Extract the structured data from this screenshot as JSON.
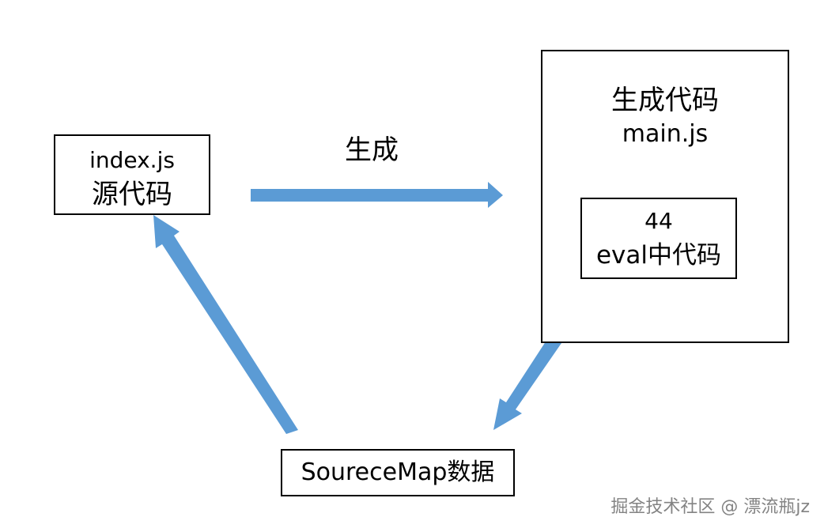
{
  "nodes": {
    "index_box": {
      "line1": "index.js",
      "line2": "源代码"
    },
    "main_box": {
      "title": "生成代码",
      "subtitle": "main.js"
    },
    "eval_box": {
      "line1": "44",
      "line2": "eval中代码"
    },
    "sourcemap_box": {
      "label": "SoureceMap数据"
    }
  },
  "edges": {
    "generate_arrow": {
      "label": "生成"
    }
  },
  "watermark": "掘金技术社区 @ 漂流瓶jz",
  "colors": {
    "arrow": "#5b9bd5",
    "border": "#000000",
    "watermark": "#5a5a5a"
  }
}
